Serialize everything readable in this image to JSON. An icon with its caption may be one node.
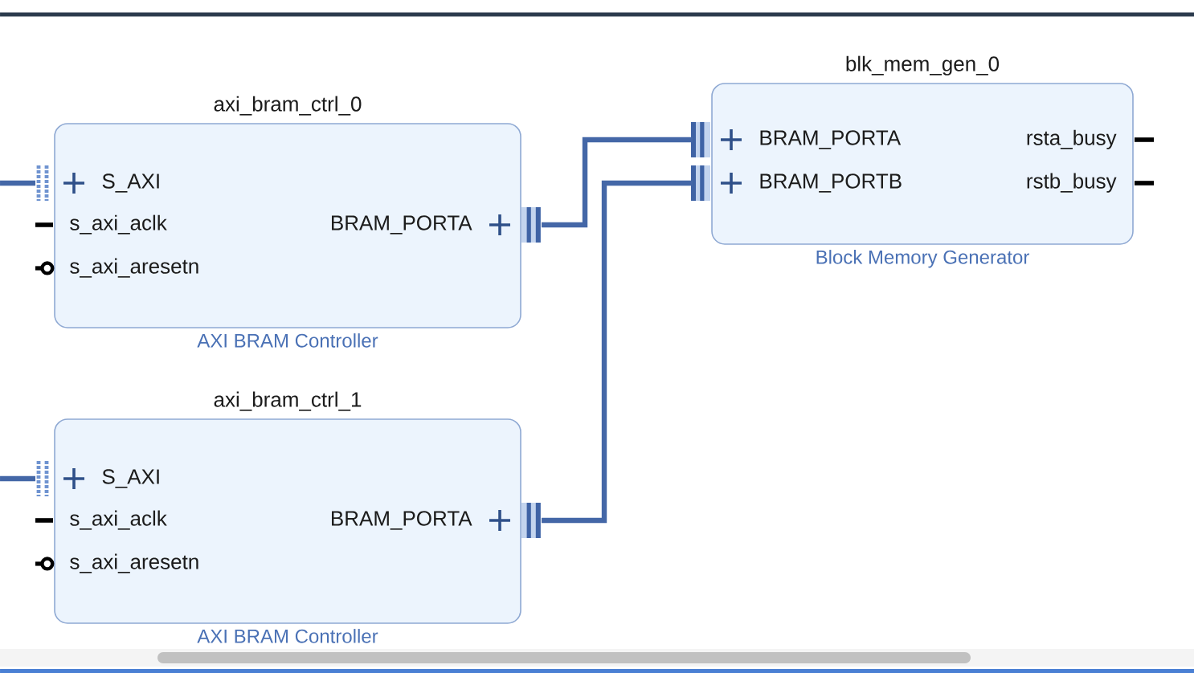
{
  "diagram": {
    "nodes": [
      {
        "text": [
          "axi_bram_ctrl_0",
          "AXI BRAM Controller"
        ]
      },
      {
        "text": [
          "S_AXI"
        ],
        "in": 0
      },
      {
        "text": [
          "s_axi_aclk"
        ],
        "in": 0
      },
      {
        "text": [
          "s_axi_aresetn"
        ],
        "in": 0
      },
      {
        "text": [
          "BRAM_PORTA"
        ],
        "in": 0
      },
      {
        "text": [
          "blk_mem_gen_0",
          "Block Memory Generator"
        ]
      },
      {
        "text": [
          "BRAM_PORTA"
        ],
        "in": 5
      },
      {
        "text": [
          "BRAM_PORTB"
        ],
        "in": 5
      },
      {
        "text": [
          "rsta_busy"
        ],
        "in": 5
      },
      {
        "text": [
          "rstb_busy"
        ],
        "in": 5
      },
      {
        "text": [
          "axi_bram_ctrl_1",
          "AXI BRAM Controller"
        ]
      },
      {
        "text": [
          "S_AXI"
        ],
        "in": 10
      },
      {
        "text": [
          "s_axi_aclk"
        ],
        "in": 10
      },
      {
        "text": [
          "s_axi_aresetn"
        ],
        "in": 10
      },
      {
        "text": [
          "BRAM_PORTA"
        ],
        "in": 10
      }
    ],
    "edges": [
      {
        "from": 4,
        "to": 6,
        "arrow": "none"
      },
      {
        "from": 14,
        "to": 7,
        "arrow": "none"
      },
      {
        "from": null,
        "to": 1,
        "arrow": "none"
      },
      {
        "from": null,
        "to": 11,
        "arrow": "none"
      }
    ]
  }
}
